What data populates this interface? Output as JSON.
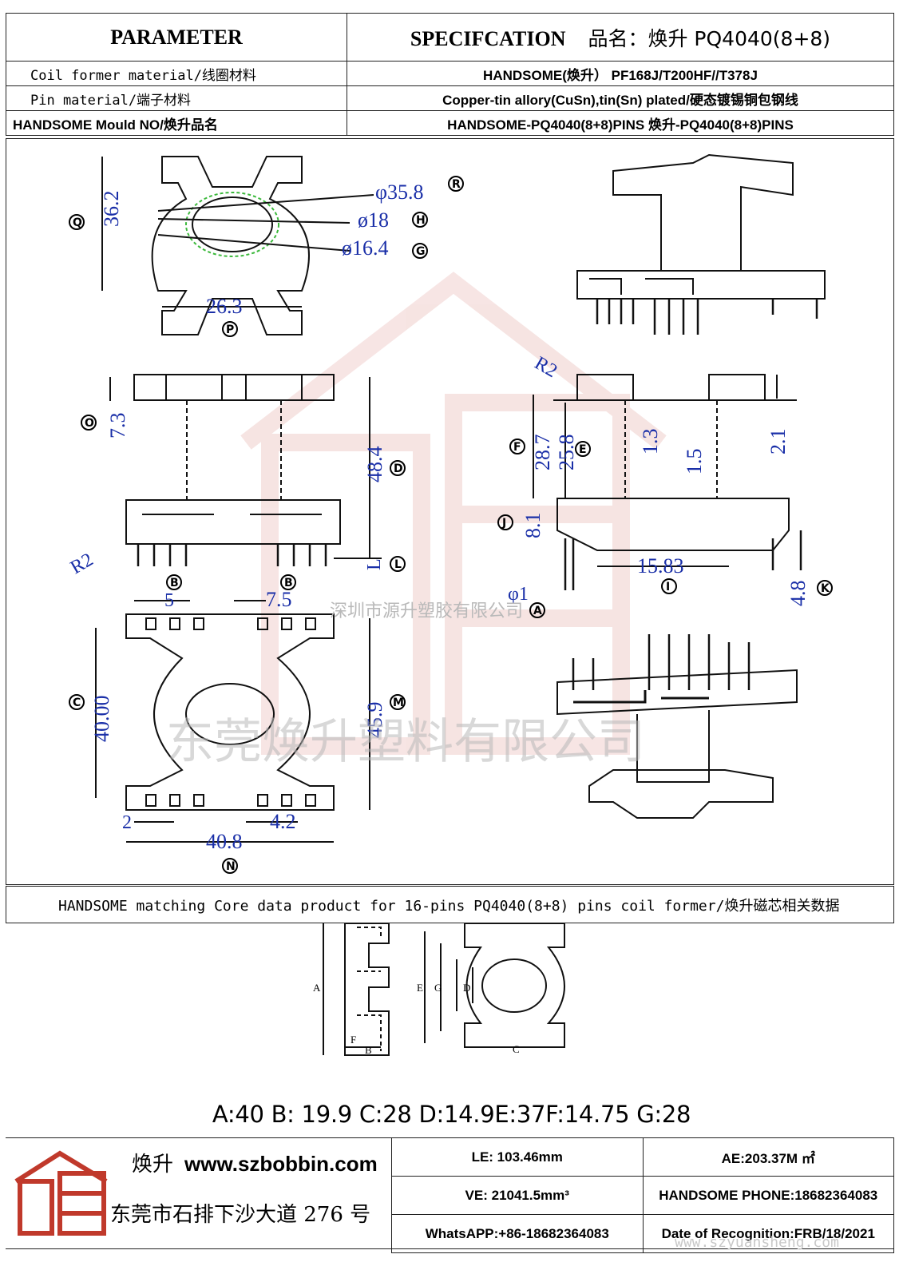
{
  "header": {
    "parameter": "PARAMETER",
    "specification": "SPECIFCATION",
    "product_name": "品名：焕升 PQ4040(8+8)"
  },
  "rows": [
    {
      "label": "Coil former material/线圈材料",
      "value": "HANDSOME(焕升）  PF168J/T200HF//T378J"
    },
    {
      "label": "Pin material/端子材料",
      "value": "Copper-tin allory(CuSn),tin(Sn) plated/硬态镀锡铜包钢线"
    },
    {
      "label": "HANDSOME Mould NO/焕升品名",
      "value": "HANDSOME-PQ4040(8+8)PINS    焕升-PQ4040(8+8)PINS"
    }
  ],
  "drawing": {
    "dims": {
      "d358": "φ35.8",
      "d18": "ø18",
      "d164": "ø16.4",
      "h362": "36.2",
      "w263": "26.3",
      "h73": "7.3",
      "h484": "48.4",
      "r2a": "R2",
      "l": "L",
      "p5": "5",
      "p75": "7.5",
      "h4000": "40.00",
      "h459": "45.9",
      "p2": "2",
      "p42": "4.2",
      "w408": "40.8",
      "r2b": "R2",
      "h287": "28.7",
      "h258": "25.8",
      "h13": "1.3",
      "h15": "1.5",
      "h21": "2.1",
      "h81": "8.1",
      "w1583": "15.83",
      "d1": "φ1",
      "h48": "4.8"
    },
    "markers": [
      "R",
      "H",
      "G",
      "Q",
      "P",
      "O",
      "D",
      "L",
      "B",
      "B",
      "C",
      "M",
      "N",
      "F",
      "E",
      "J",
      "I",
      "A",
      "K"
    ],
    "watermark_cn_small": "深圳市源升塑胶有限公司",
    "watermark_cn_large": "东莞焕升塑料有限公司"
  },
  "core": {
    "banner": "HANDSOME matching Core data  product for 16-pins PQ4040(8+8) pins coil former/焕升磁芯相关数据",
    "letters": [
      "A",
      "B",
      "C",
      "D",
      "E",
      "F",
      "G"
    ],
    "summary": "A:40 B: 19.9 C:28 D:14.9E:37F:14.75 G:28"
  },
  "footer": {
    "brand_zh": "焕升",
    "website": "www.szbobbin.com",
    "address": "东莞市石排下沙大道 276 号",
    "le": "LE: 103.46mm",
    "ae": "AE:203.37M ㎡",
    "ve": "VE: 21041.5mm³",
    "phone": "HANDSOME PHONE:18682364083",
    "whatsapp": "WhatsAPP:+86-18682364083",
    "date": "Date of Recognition:FRB/18/2021",
    "watermark_url": "www.szyuansheng.com"
  }
}
